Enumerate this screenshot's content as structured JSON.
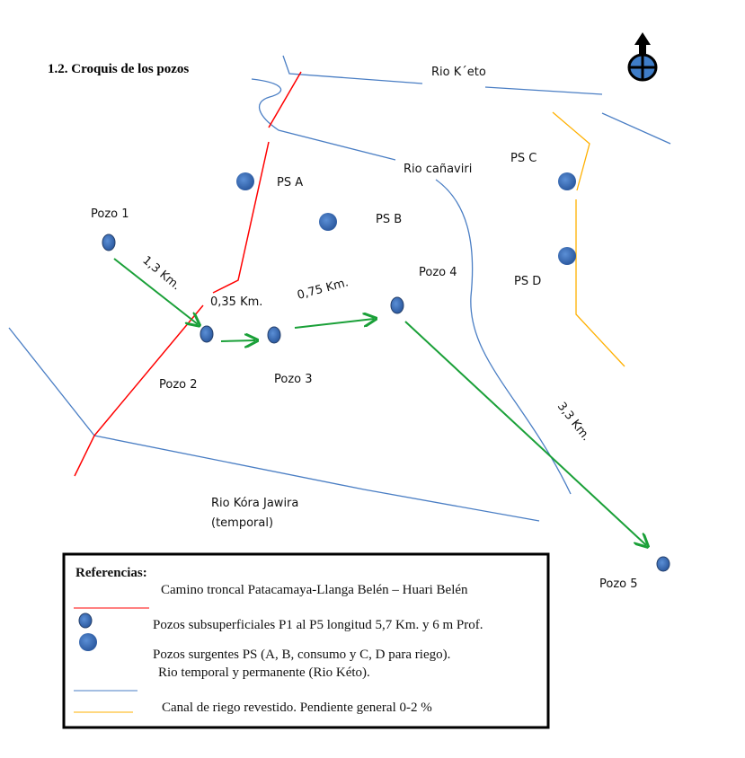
{
  "title": "1.2. Croquis de los pozos",
  "rivers": {
    "keto": "Rio K´eto",
    "canaviri": "Rio cañaviri",
    "kora_line1": "Rio Kóra Jawira",
    "kora_line2": "(temporal)"
  },
  "wells": {
    "pozo1": "Pozo 1",
    "pozo2": "Pozo 2",
    "pozo3": "Pozo 3",
    "pozo4": "Pozo 4",
    "pozo5": "Pozo 5"
  },
  "springs": {
    "psa": "PS A",
    "psb": "PS B",
    "psc": "PS C",
    "psd": "PS D"
  },
  "distances": {
    "d1": "1,3 Km.",
    "d2": "0,35 Km.",
    "d3": "0,75 Km.",
    "d4": "3,3 Km."
  },
  "legend": {
    "heading": "Referencias:",
    "road": "Camino troncal Patacamaya-Llanga Belén – Huari Belén",
    "wells": "Pozos subsuperficiales  P1 al P5 longitud  5,7 Km.  y 6 m Prof.",
    "springs": "Pozos surgentes PS (A, B, consumo  y C, D para riego).",
    "river": "Rio temporal  y permanente (Rio Kéto).",
    "canal": "Canal de riego revestido. Pendiente general 0-2 %"
  },
  "colors": {
    "road": "#ff0000",
    "river": "#4a7ec4",
    "canal": "#ffb000",
    "flow": "#1aa038",
    "well": "#3a6db5"
  }
}
